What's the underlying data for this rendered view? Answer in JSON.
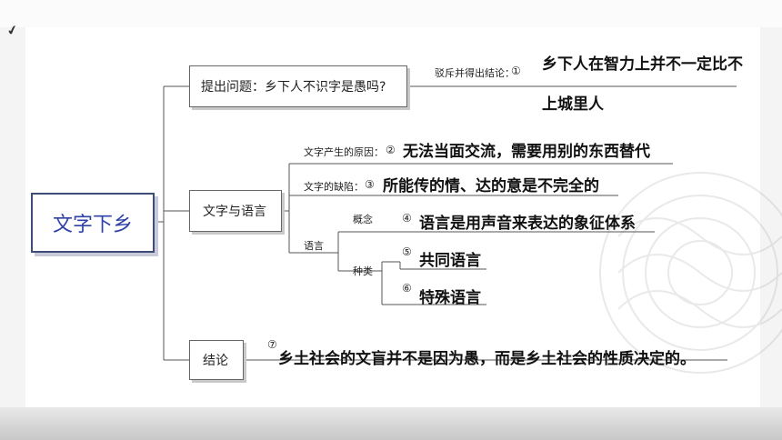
{
  "root": "文字下乡",
  "branch1": {
    "label": "提出问题：乡下人不识字是愚吗?",
    "sub_label": "驳斥并得出结论：",
    "num": "①",
    "answer_line1": "乡下人在智力上并不一定比不",
    "answer_line2": "上城里人"
  },
  "branch2": {
    "label": "文字与语言",
    "cause_label": "文字产生的原因：",
    "cause_num": "②",
    "cause_text": "无法当面交流，需要用别的东西替代",
    "flaw_label": "文字的缺陷：",
    "flaw_num": "③",
    "flaw_text": "所能传的情、达的意是不完全的",
    "language_label": "语言",
    "concept_label": "概念",
    "concept_num": "④",
    "concept_text": "语言是用声音来表达的象征体系",
    "kinds_label": "种类",
    "kind1_num": "⑤",
    "kind1_text": "共同语言",
    "kind2_num": "⑥",
    "kind2_text": "特殊语言"
  },
  "branch3": {
    "label": "结论",
    "num": "⑦",
    "text": "乡土社会的文盲并不是因为愚，而是乡土社会的性质决定的。"
  }
}
